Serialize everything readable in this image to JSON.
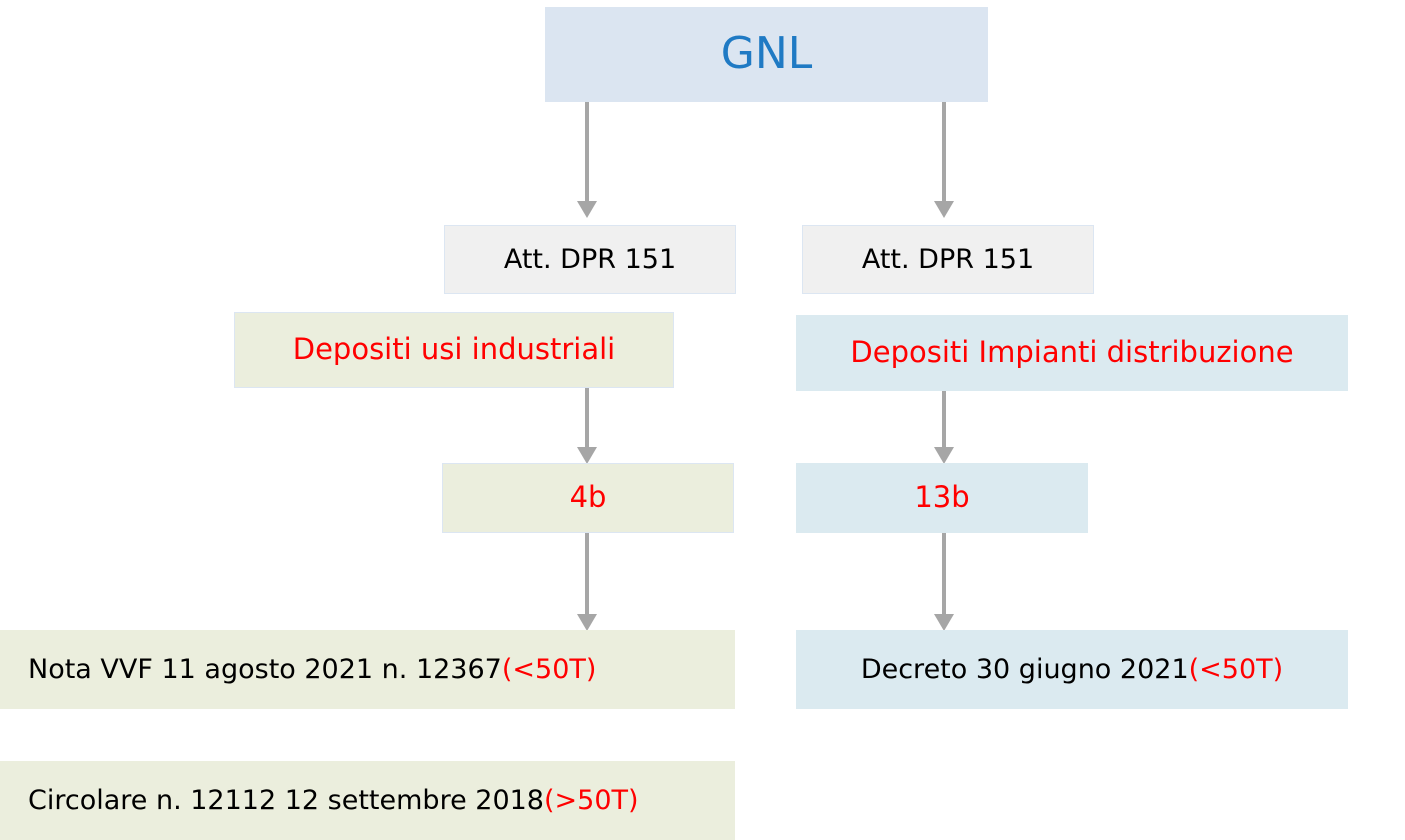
{
  "diagram": {
    "title": "GNL",
    "colors": {
      "header_bg": "#dbe5f1",
      "header_text": "#1f7ac4",
      "gray_bg": "#f0f0f0",
      "olive_bg": "#ebeedd",
      "blue_bg": "#dbeaf0",
      "accent_red": "#ff0000",
      "arrow": "#a6a6a6"
    },
    "nodes": {
      "root": {
        "label": "GNL"
      },
      "left_dpr": {
        "label": "Att. DPR 151"
      },
      "right_dpr": {
        "label": "Att. DPR 151"
      },
      "left_deposit": {
        "label": "Depositi usi industriali"
      },
      "right_deposit": {
        "label": "Depositi Impianti distribuzione"
      },
      "left_code": {
        "label": "4b"
      },
      "right_code": {
        "label": "13b"
      },
      "left_ref_1": {
        "text": "Nota VVF 11 agosto 2021 n. 12367 ",
        "qualifier": "(<50T)"
      },
      "left_ref_2": {
        "text": "Circolare n. 12112 12 settembre 2018 ",
        "qualifier": "(>50T)"
      },
      "right_ref_1": {
        "text": "Decreto 30 giugno 2021 ",
        "qualifier": "(<50T)"
      }
    }
  }
}
